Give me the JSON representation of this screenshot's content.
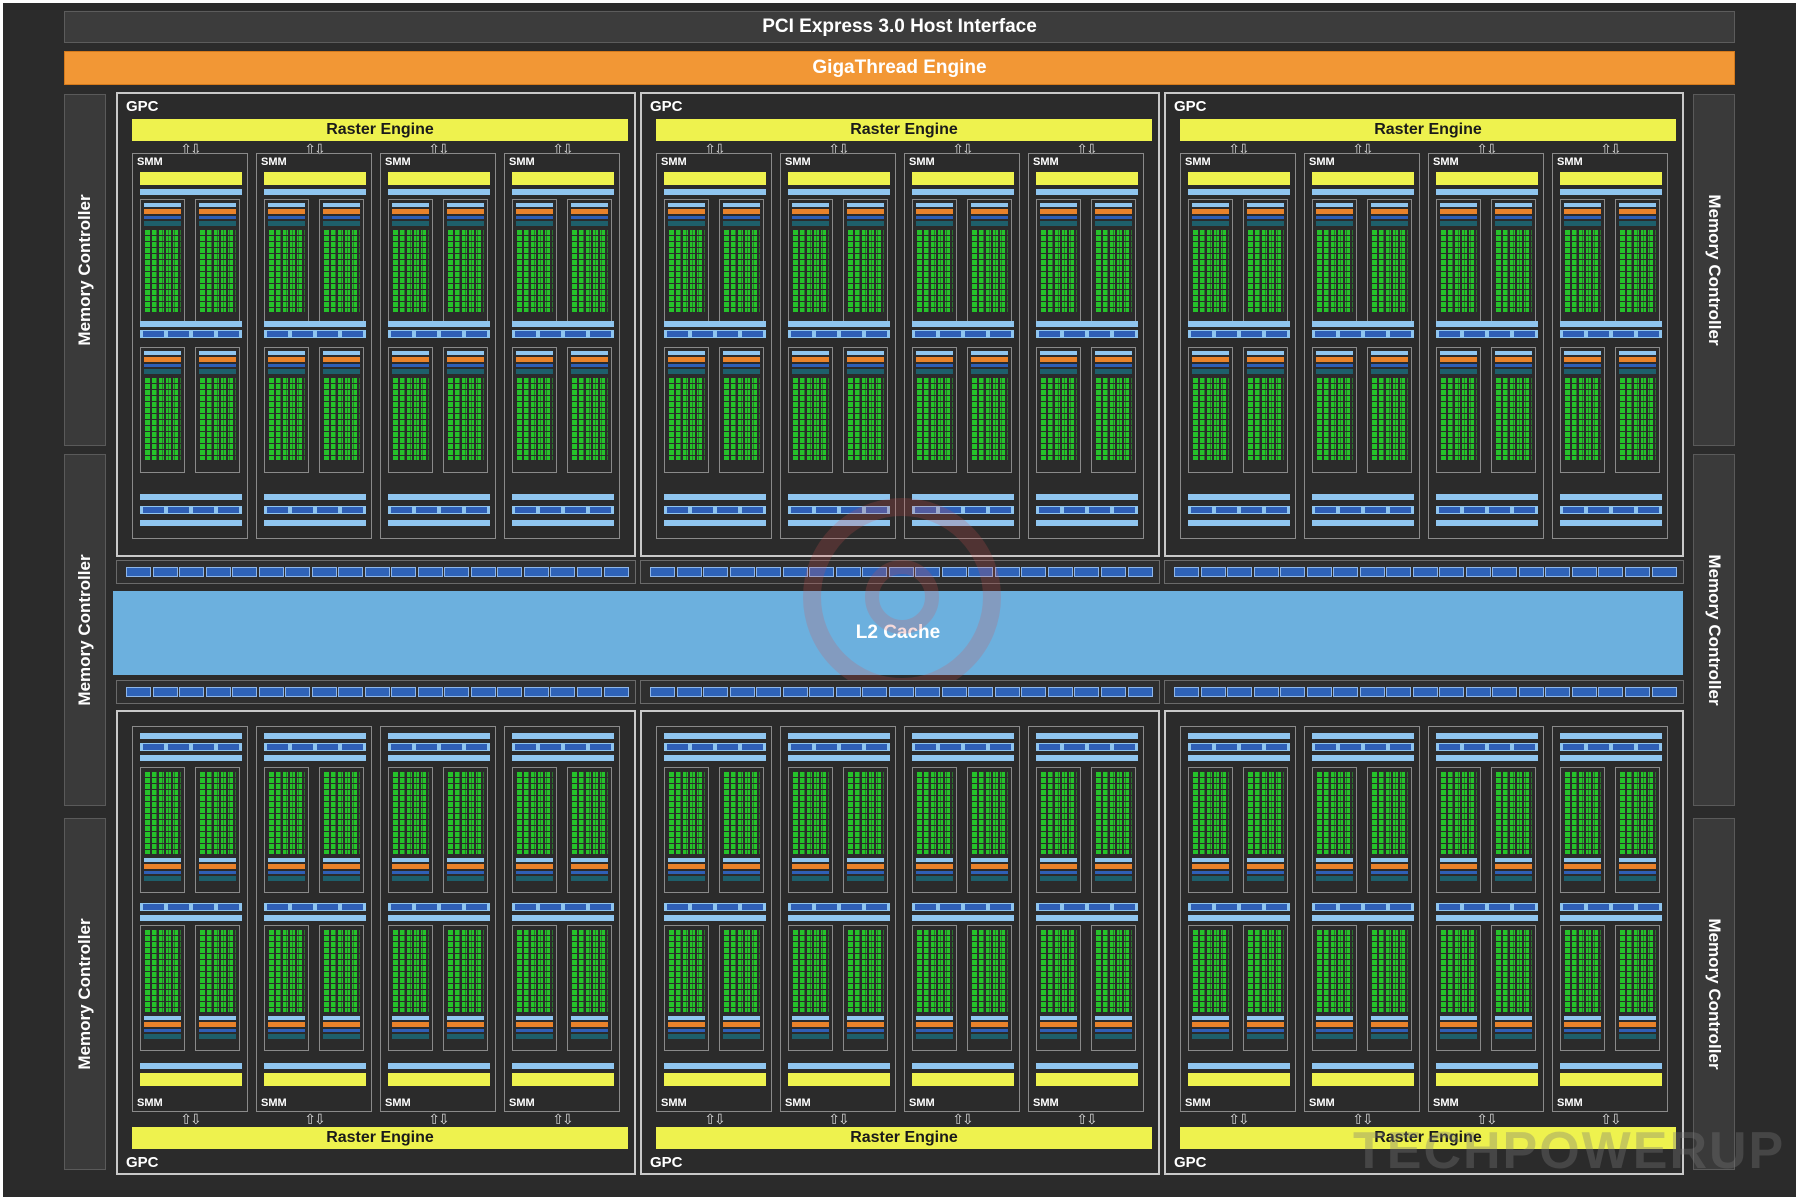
{
  "header": {
    "host_interface": "PCI Express 3.0 Host Interface",
    "scheduler": "GigaThread Engine"
  },
  "memory_controllers": {
    "left": [
      "Memory Controller",
      "Memory Controller",
      "Memory Controller"
    ],
    "right": [
      "Memory Controller",
      "Memory Controller",
      "Memory Controller"
    ]
  },
  "cache": {
    "label": "L2 Cache"
  },
  "gpcs": {
    "top": [
      {
        "title": "GPC",
        "raster": "Raster Engine",
        "smms": [
          "SMM",
          "SMM",
          "SMM",
          "SMM"
        ]
      },
      {
        "title": "GPC",
        "raster": "Raster Engine",
        "smms": [
          "SMM",
          "SMM",
          "SMM",
          "SMM"
        ]
      },
      {
        "title": "GPC",
        "raster": "Raster Engine",
        "smms": [
          "SMM",
          "SMM",
          "SMM",
          "SMM"
        ]
      }
    ],
    "bottom": [
      {
        "title": "GPC",
        "raster": "Raster Engine",
        "smms": [
          "SMM",
          "SMM",
          "SMM",
          "SMM"
        ]
      },
      {
        "title": "GPC",
        "raster": "Raster Engine",
        "smms": [
          "SMM",
          "SMM",
          "SMM",
          "SMM"
        ]
      },
      {
        "title": "GPC",
        "raster": "Raster Engine",
        "smms": [
          "SMM",
          "SMM",
          "SMM",
          "SMM"
        ]
      }
    ]
  },
  "watermark": "TECHPOWERUP",
  "colors": {
    "background": "#2b2b2b",
    "giga_thread": "#f29735",
    "raster_engine": "#eef24e",
    "l2_cache": "#6cb0de",
    "cuda_core": "#25c22a",
    "unit_blue": "#2f5fb6",
    "unit_orange": "#e9822a"
  }
}
